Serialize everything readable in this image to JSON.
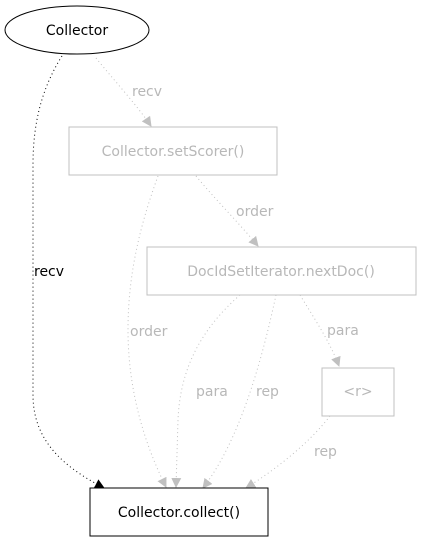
{
  "diagram": {
    "colors": {
      "primary": "#000000",
      "muted": "#c0c0c0",
      "muted_text": "#b8b8b8",
      "background": "#ffffff"
    },
    "nodes": {
      "collector": {
        "label": "Collector",
        "style": "primary",
        "shape": "ellipse"
      },
      "set_scorer": {
        "label": "Collector.setScorer()",
        "style": "muted",
        "shape": "box"
      },
      "next_doc": {
        "label": "DocIdSetIterator.nextDoc()",
        "style": "muted",
        "shape": "box"
      },
      "r": {
        "label": "<r>",
        "style": "muted",
        "shape": "box"
      },
      "collect": {
        "label": "Collector.collect()",
        "style": "primary",
        "shape": "box"
      }
    },
    "edges": {
      "collector_collect": {
        "from": "Collector",
        "to": "Collector.collect()",
        "label": "recv",
        "style": "primary"
      },
      "collector_setscorer": {
        "from": "Collector",
        "to": "Collector.setScorer()",
        "label": "recv",
        "style": "muted"
      },
      "setscorer_nextdoc": {
        "from": "Collector.setScorer()",
        "to": "DocIdSetIterator.nextDoc()",
        "label": "order",
        "style": "muted"
      },
      "setscorer_collect": {
        "from": "Collector.setScorer()",
        "to": "Collector.collect()",
        "label": "order",
        "style": "muted"
      },
      "nextdoc_collect_para": {
        "from": "DocIdSetIterator.nextDoc()",
        "to": "Collector.collect()",
        "label": "para",
        "style": "muted"
      },
      "nextdoc_collect_rep": {
        "from": "DocIdSetIterator.nextDoc()",
        "to": "Collector.collect()",
        "label": "rep",
        "style": "muted"
      },
      "nextdoc_r": {
        "from": "DocIdSetIterator.nextDoc()",
        "to": "<r>",
        "label": "para",
        "style": "muted"
      },
      "r_collect": {
        "from": "<r>",
        "to": "Collector.collect()",
        "label": "rep",
        "style": "muted"
      }
    }
  }
}
